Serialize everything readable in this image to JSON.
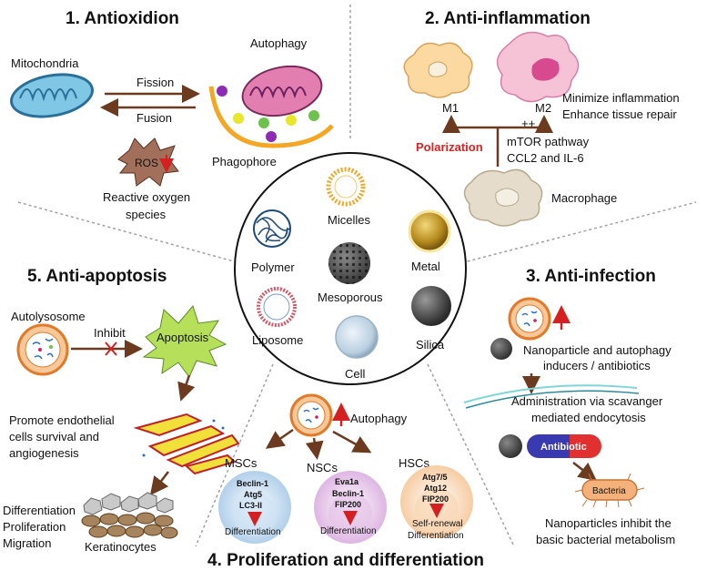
{
  "sections": {
    "antioxidation": {
      "title": "1. Antioxidion",
      "mitochondria": "Mitochondria",
      "autophagy": "Autophagy",
      "fission": "Fission",
      "fusion": "Fusion",
      "ros": "ROS",
      "phagophore": "Phagophore",
      "ros_line1": "Reactive oxygen",
      "ros_line2": "species"
    },
    "anti_inflammation": {
      "title": "2. Anti-inflammation",
      "m1": "M1",
      "m2": "M2",
      "plusplus": "++",
      "m2_line1": "Minimize inflammation",
      "m2_line2": "Enhance tissue repair",
      "polarization": "Polarization",
      "pathway1": "mTOR pathway",
      "pathway2": "CCL2 and IL-6",
      "macrophage": "Macrophage"
    },
    "anti_infection": {
      "title": "3. Anti-infection",
      "np_line1": "Nanoparticle and autophagy",
      "np_line2": "inducers / antibiotics",
      "admin_line1": "Administration via scavanger",
      "admin_line2": "mediated endocytosis",
      "antibiotic": "Antibiotic",
      "bacteria": "Bacteria",
      "inhibit_line1": "Nanoparticles inhibit the",
      "inhibit_line2": "basic bacterial metabolism"
    },
    "proliferation": {
      "title": "4. Proliferation and differentiation",
      "autophagy": "Autophagy",
      "mscs": "MSCs",
      "nscs": "NSCs",
      "hscs": "HSCs",
      "msc_markers": [
        "Beclin-1",
        "Atg5",
        "LC3-II"
      ],
      "nsc_markers": [
        "Eva1a",
        "Beclin-1",
        "FIP200"
      ],
      "hsc_markers": [
        "Atg7/5",
        "Atg12",
        "FIP200"
      ],
      "msc_result": "Differentiation",
      "nsc_result": "Differentiation",
      "hsc_result1": "Self-renewal",
      "hsc_result2": "Differentiation"
    },
    "anti_apoptosis": {
      "title": "5. Anti-apoptosis",
      "autolysosome": "Autolysosome",
      "inhibit": "Inhibit",
      "apoptosis": "Apoptosis",
      "promote_line1": "Promote endothelial",
      "promote_line2": "cells survival and",
      "promote_line3": "angiogenesis",
      "diff1": "Differentiation",
      "diff2": "Proliferation",
      "diff3": "Migration",
      "keratinocytes": "Keratinocytes"
    }
  },
  "center": {
    "micelles": "Micelles",
    "polymer": "Polymer",
    "metal": "Metal",
    "mesoporous": "Mesoporous",
    "liposome": "Liposome",
    "silica": "Silica",
    "cell": "Cell"
  },
  "colors": {
    "arrow": "#6b3a1f",
    "up_arrow": "#d42020",
    "polarization": "#e02020",
    "divider": "#a0a0a0"
  }
}
